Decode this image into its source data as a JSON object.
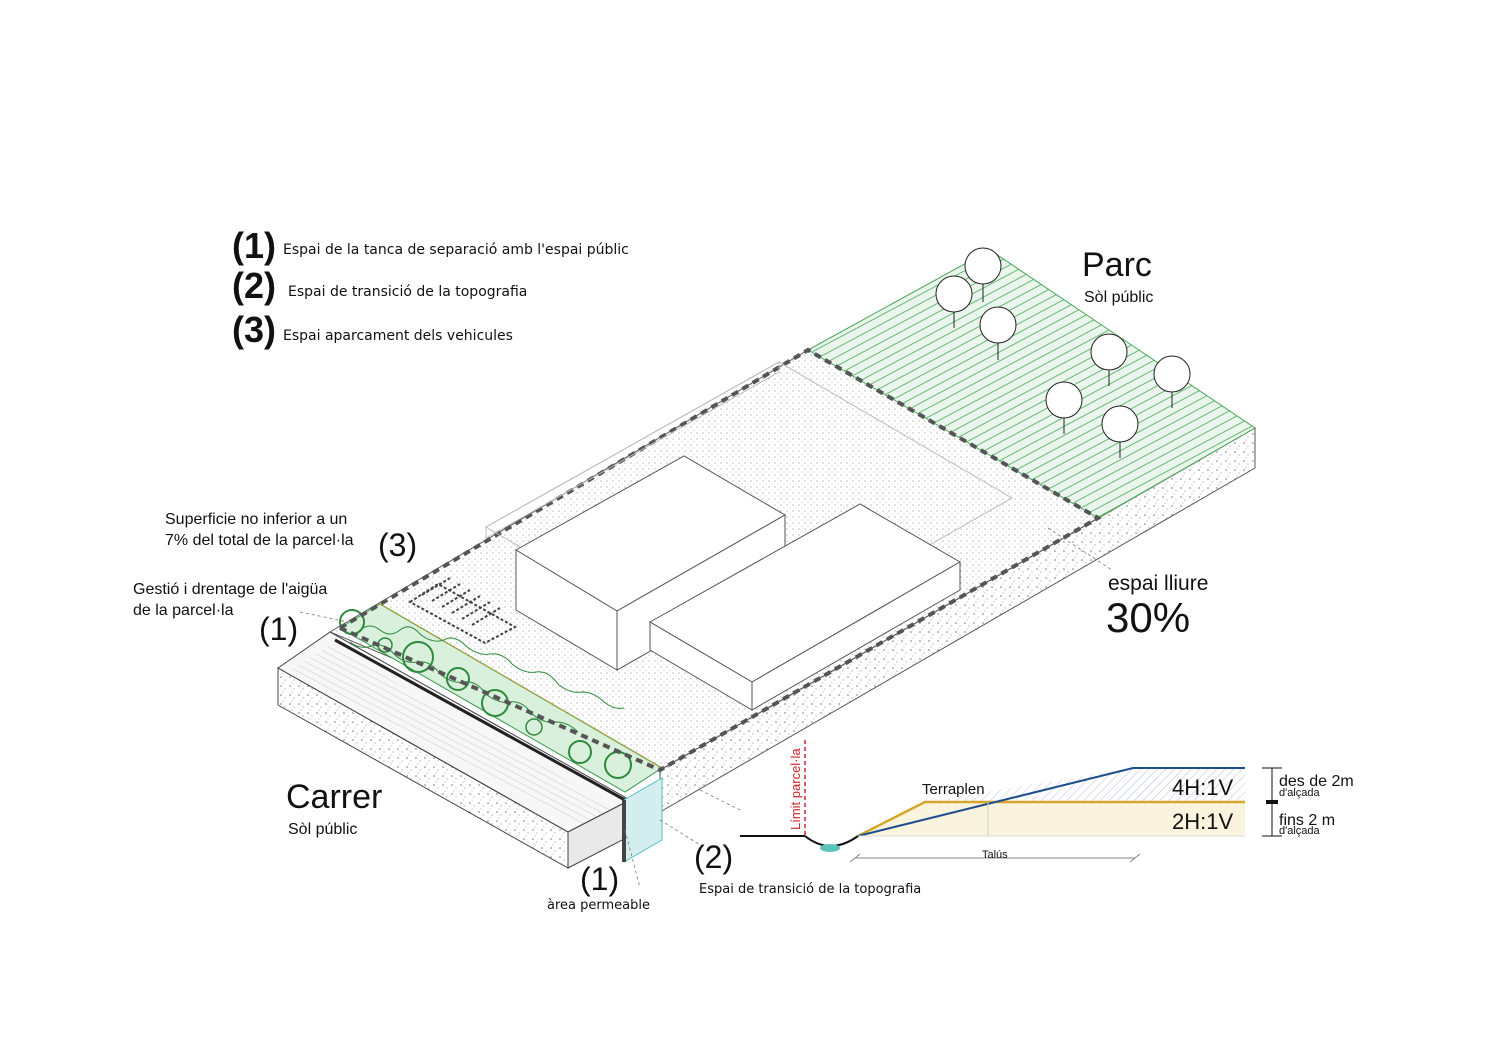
{
  "legend": [
    {
      "num": "(1)",
      "text": "Espai de la tanca de separació amb l'espai públic"
    },
    {
      "num": "(2)",
      "text": "Espai de transició de la topografia"
    },
    {
      "num": "(3)",
      "text": "Espai aparcament dels vehicules"
    }
  ],
  "parc": {
    "title": "Parc",
    "subtitle": "Sòl públic"
  },
  "carrer": {
    "title": "Carrer",
    "subtitle": "Sòl públic"
  },
  "espai_lliure": {
    "label": "espai lliure",
    "value": "30%"
  },
  "notes": {
    "superficie_line1": "Superficie no inferior a un",
    "superficie_line2": "7% del total de la parcel·la",
    "gestio_line1": "Gestió i drentage de l'aigüa",
    "gestio_line2": "de la parcel·la"
  },
  "callouts": {
    "three": "(3)",
    "one_top": "(1)",
    "one_bottom": "(1)",
    "one_bottom_label": "àrea permeable",
    "two": "(2)",
    "two_label": "Espai de transició de la topografia"
  },
  "section": {
    "limit_label": "Límit parcel·la",
    "terraplen": "Terraplen",
    "talus": "Talús",
    "ratio_upper": "4H:1V",
    "ratio_lower": "2H:1V",
    "upper_dim": "des de 2m",
    "upper_dim_sub": "d'alçada",
    "lower_dim": "fins 2 m",
    "lower_dim_sub": "d'alçada"
  },
  "colors": {
    "green_fill": "#d9f0dc",
    "green_line": "#3a9a4a",
    "blue_line": "#1f4e8c",
    "ochre_line": "#d4a62a",
    "red_line": "#d2232a",
    "teal": "#5bc2c0"
  }
}
